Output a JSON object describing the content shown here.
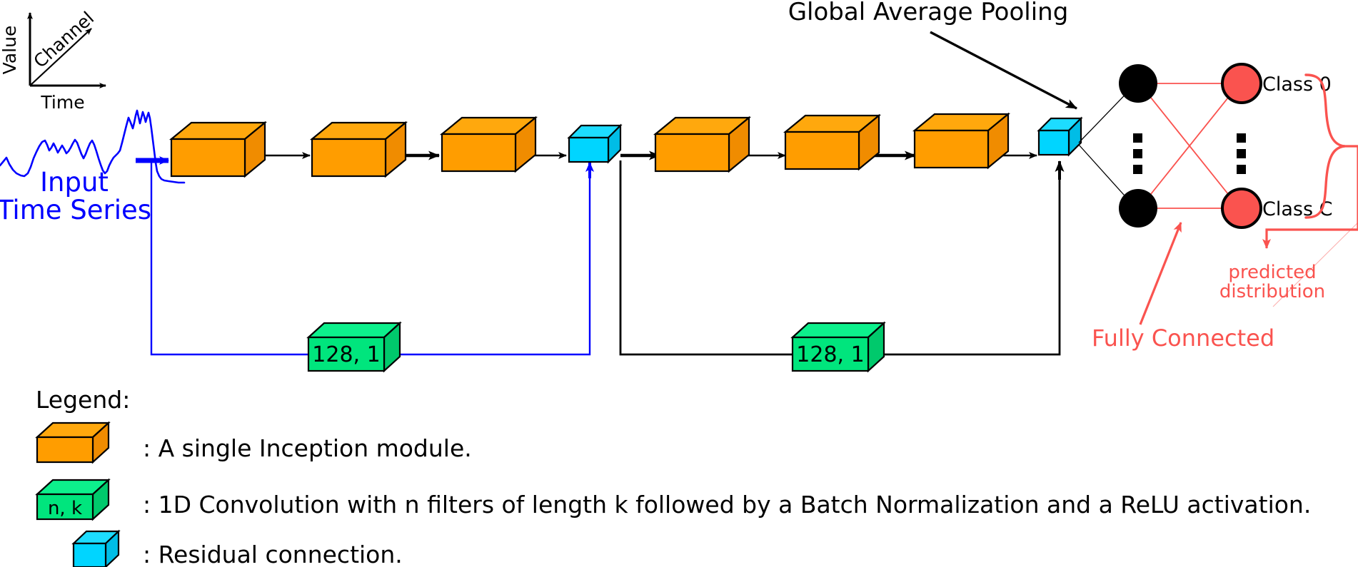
{
  "title": "Global Average Pooling",
  "colors": {
    "inception_orange": "#ff9d00",
    "inception_orange_top": "#ffa80d",
    "inception_orange_side": "#f08c00",
    "conv_green": "#00e57d",
    "conv_green_top": "#0df08c",
    "conv_green_side": "#00c96c",
    "residual_cyan": "#00d5ff",
    "residual_cyan_top": "#1ddcff",
    "residual_cyan_side": "#00bde6",
    "gap_node_black": "#000000",
    "class_node_red": "#fa534f",
    "fc_red": "#fa534f",
    "input_blue": "#0000ff",
    "stroke_black": "#000000"
  },
  "input": {
    "axis_value_label": "Value",
    "axis_time_label": "Time",
    "axis_channel_label": "Channel",
    "caption_line1": "Input",
    "caption_line2": "Time Series"
  },
  "network": {
    "blocks": [
      {
        "kind": "inception",
        "label": ""
      },
      {
        "kind": "inception",
        "label": ""
      },
      {
        "kind": "inception",
        "label": ""
      },
      {
        "kind": "residual",
        "label": ""
      },
      {
        "kind": "inception",
        "label": ""
      },
      {
        "kind": "inception",
        "label": ""
      },
      {
        "kind": "inception",
        "label": ""
      },
      {
        "kind": "residual",
        "label": ""
      }
    ],
    "shortcut_conv_1_label": "128, 1",
    "shortcut_conv_2_label": "128, 1"
  },
  "classifier": {
    "gap_dots": [
      "dot",
      "dot",
      "dot"
    ],
    "class_dots": [
      "dot",
      "dot",
      "dot"
    ],
    "class_first_label": "Class 0",
    "class_last_label": "Class C",
    "fully_connected_label": "Fully Connected",
    "predicted_line1": "predicted",
    "predicted_line2": "distribution"
  },
  "legend": {
    "heading": "Legend:",
    "items": [
      {
        "swatch": "inception",
        "swatch_text": "",
        "text": ": A single Inception module."
      },
      {
        "swatch": "conv",
        "swatch_text": "n, k",
        "text": ": 1D Convolution with n filters of length k followed by a Batch Normalization and a ReLU activation."
      },
      {
        "swatch": "residual",
        "swatch_text": "",
        "text": ": Residual connection."
      }
    ]
  }
}
